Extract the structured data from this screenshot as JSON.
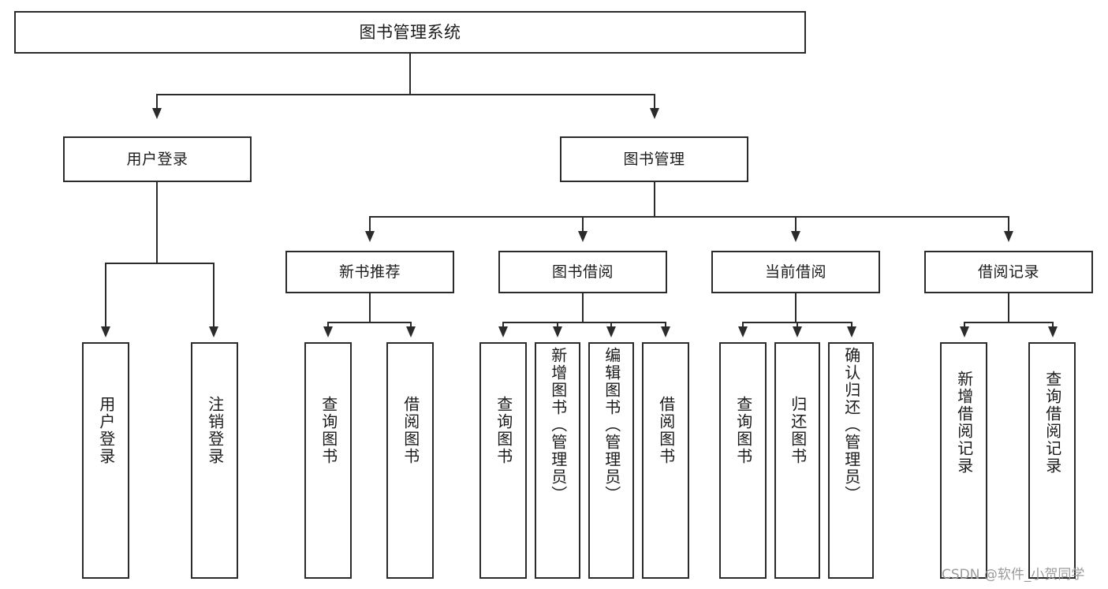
{
  "diagram": {
    "type": "tree-hierarchy-chart",
    "title": "图书管理系统",
    "watermark": "CSDN @软件_小贺同学",
    "root": {
      "label": "图书管理系统"
    },
    "level1": [
      {
        "label": "用户登录"
      },
      {
        "label": "图书管理"
      }
    ],
    "level2": [
      {
        "label": "新书推荐"
      },
      {
        "label": "图书借阅"
      },
      {
        "label": "当前借阅"
      },
      {
        "label": "借阅记录"
      }
    ],
    "leaves": [
      {
        "label": "用户登录",
        "parent": "用户登录"
      },
      {
        "label": "注销登录",
        "parent": "用户登录"
      },
      {
        "label": "查询图书",
        "parent": "新书推荐"
      },
      {
        "label": "借阅图书",
        "parent": "新书推荐"
      },
      {
        "label": "查询图书",
        "parent": "图书借阅"
      },
      {
        "label": "新增图书（管理员）",
        "parent": "图书借阅"
      },
      {
        "label": "编辑图书（管理员）",
        "parent": "图书借阅"
      },
      {
        "label": "借阅图书",
        "parent": "图书借阅"
      },
      {
        "label": "查询图书",
        "parent": "当前借阅"
      },
      {
        "label": "归还图书",
        "parent": "当前借阅"
      },
      {
        "label": "确认归还（管理员）",
        "parent": "当前借阅"
      },
      {
        "label": "新增借阅记录",
        "parent": "借阅记录"
      },
      {
        "label": "查询借阅记录",
        "parent": "借阅记录"
      }
    ],
    "colors": {
      "stroke": "#2b2b2b",
      "fill": "#ffffff",
      "text": "#1b1b1b",
      "watermark": "#9b9b9b"
    }
  }
}
